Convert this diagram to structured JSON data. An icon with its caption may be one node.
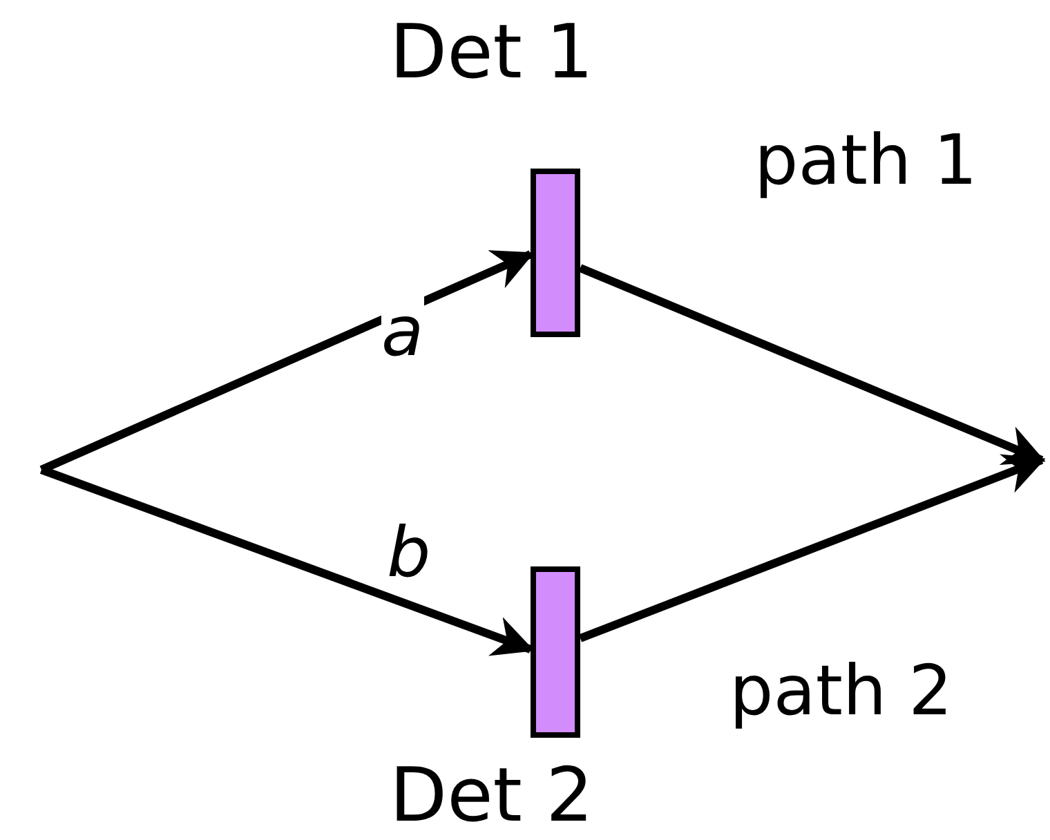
{
  "diagram": {
    "nodes": [
      {
        "text": [
          "Det 1"
        ]
      },
      {
        "text": [
          "Det 2"
        ]
      }
    ],
    "edges": [
      {
        "from": null,
        "to": 0,
        "arrow": "to",
        "label": "a"
      },
      {
        "from": null,
        "to": 1,
        "arrow": "to",
        "label": "b"
      },
      {
        "from": 0,
        "to": null,
        "arrow": "to",
        "label": "path 1"
      },
      {
        "from": 1,
        "to": null,
        "arrow": "to",
        "label": "path 2"
      }
    ]
  }
}
